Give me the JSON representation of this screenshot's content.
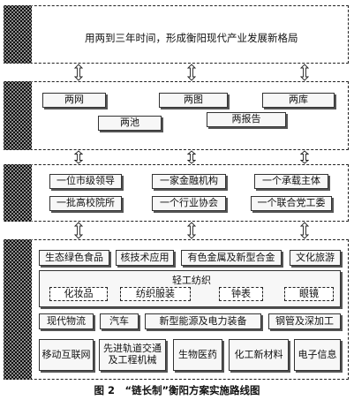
{
  "layer1": {
    "text": "用两到三年时间，形成衡阳现代产业发展新格局"
  },
  "layer2": {
    "items": [
      "两网",
      "两图",
      "两库",
      "两池",
      "两报告"
    ]
  },
  "layer3": {
    "items": [
      "一位市级领导",
      "一家金融机构",
      "一个承载主体",
      "一批高校院所",
      "一个行业协会",
      "一个联合党工委"
    ]
  },
  "layer4": {
    "row1": [
      "生态绿色食品",
      "核技术应用",
      "有色金属及新型合金",
      "文化旅游"
    ],
    "light_industry": {
      "title": "轻工纺织",
      "items": [
        "化妆品",
        "纺织服装",
        "钟表",
        "眼镜"
      ]
    },
    "row3": [
      "现代物流",
      "汽车",
      "新型能源及电力装备",
      "钢管及深加工"
    ],
    "row4": [
      "移动互联网",
      "先进轨道交通及工程机械",
      "生物医药",
      "化工新材料",
      "电子信息"
    ]
  },
  "caption": "图 2　“链长制”衡阳方案实施路线图"
}
